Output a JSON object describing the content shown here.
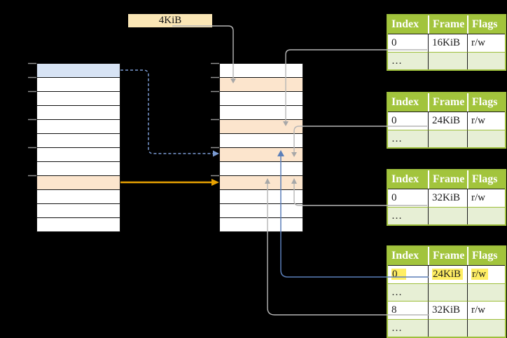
{
  "diagram": "two-level page table translation",
  "page_size_label": "4KiB",
  "colors": {
    "background": "#000000",
    "row_white": "#ffffff",
    "row_blue": "#d7e3f4",
    "row_orange": "#fce5cd",
    "size_label_box": "#fae6b5",
    "table_header_green": "#a2c43c",
    "table_ellipsis_green": "#e7efd5",
    "table_border_green": "#9ebf3c",
    "highlight_yellow": "#ffee63",
    "arrow_gray": "#b6b6b6",
    "arrow_blue_dashed": "#7b9bd2",
    "arrow_blue_solid": "#5b7fb9",
    "arrow_orange": "#e8a202"
  },
  "memory_columns": {
    "left": {
      "rows": [
        "blue",
        "white",
        "white",
        "white",
        "white",
        "white",
        "white",
        "white",
        "orange",
        "white",
        "white",
        "white"
      ]
    },
    "middle": {
      "rows": [
        "white",
        "orange",
        "white",
        "white",
        "orange",
        "white",
        "orange",
        "white",
        "orange",
        "white",
        "white",
        "white"
      ]
    }
  },
  "frame_tables": [
    {
      "headers": [
        "Index",
        "Frame",
        "Flags"
      ],
      "rows": [
        {
          "cells": [
            "0",
            "16KiB",
            "r/w"
          ],
          "style": "data",
          "highlight": false
        },
        {
          "cells": [
            "…",
            "",
            ""
          ],
          "style": "ellipsis",
          "highlight": false
        }
      ]
    },
    {
      "headers": [
        "Index",
        "Frame",
        "Flags"
      ],
      "rows": [
        {
          "cells": [
            "0",
            "24KiB",
            "r/w"
          ],
          "style": "data",
          "highlight": false
        },
        {
          "cells": [
            "…",
            "",
            ""
          ],
          "style": "ellipsis",
          "highlight": false
        }
      ]
    },
    {
      "headers": [
        "Index",
        "Frame",
        "Flags"
      ],
      "rows": [
        {
          "cells": [
            "0",
            "32KiB",
            "r/w"
          ],
          "style": "data",
          "highlight": false
        },
        {
          "cells": [
            "…",
            "",
            ""
          ],
          "style": "ellipsis",
          "highlight": false
        }
      ]
    },
    {
      "headers": [
        "Index",
        "Frame",
        "Flags"
      ],
      "rows": [
        {
          "cells": [
            "0",
            "24KiB",
            "r/w"
          ],
          "style": "data",
          "highlight": true
        },
        {
          "cells": [
            "…",
            "",
            ""
          ],
          "style": "ellipsis",
          "highlight": false
        },
        {
          "cells": [
            "8",
            "32KiB",
            "r/w"
          ],
          "style": "data",
          "highlight": false
        },
        {
          "cells": [
            "…",
            "",
            ""
          ],
          "style": "ellipsis",
          "highlight": false
        }
      ]
    }
  ],
  "connectors": [
    {
      "from": "4KiB size label",
      "to": "middle column row 1",
      "style": "gray solid, arrow down"
    },
    {
      "from": "table 1 row 0 (16KiB)",
      "to": "middle column row 4",
      "style": "gray solid, arrow down"
    },
    {
      "from": "table 2 row 0 (24KiB)",
      "to": "middle column row 6",
      "style": "gray solid, arrow down"
    },
    {
      "from": "table 3 row 0 (32KiB)",
      "to": "middle column row 8",
      "style": "gray solid, arrow up"
    },
    {
      "from": "table 4 row 0 (24KiB, highlighted)",
      "to": "middle column row 6",
      "style": "blue solid, arrow up"
    },
    {
      "from": "table 4 row 8 (32KiB)",
      "to": "middle column row 8",
      "style": "gray solid, arrow up"
    },
    {
      "from": "left column row 0 (blue)",
      "to": "middle column row 6",
      "style": "blue dashed, arrow right"
    },
    {
      "from": "left column row 8 (orange)",
      "to": "middle column row 8",
      "style": "orange solid, arrow right"
    }
  ]
}
